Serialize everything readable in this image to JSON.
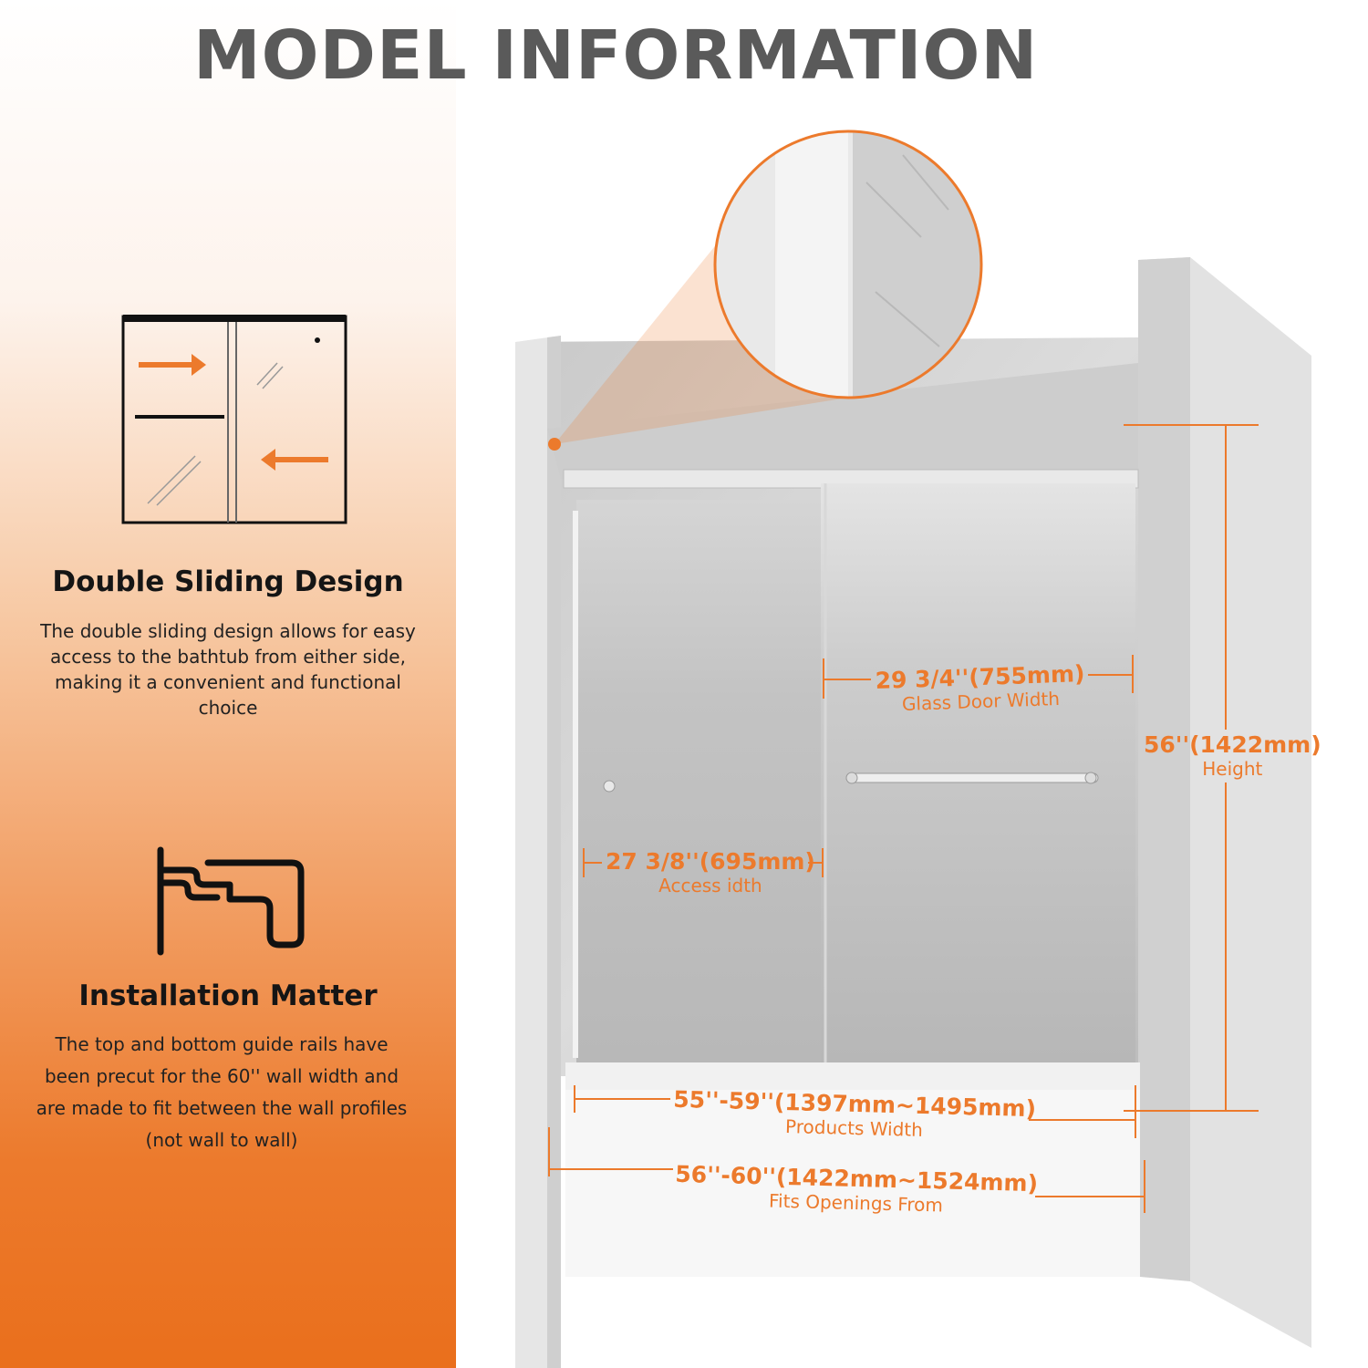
{
  "page": {
    "title": "MODEL INFORMATION"
  },
  "colors": {
    "accent": "#ec7a2c",
    "title_gray": "#5a5a5a",
    "dark_text": "#151515"
  },
  "features": [
    {
      "icon": "sliding-door-diagram-icon",
      "title": "Double Sliding Design",
      "desc_lines": [
        "The double sliding design allows for easy",
        "access to the bathtub from either side,",
        "making it a convenient and functional",
        "choice"
      ]
    },
    {
      "icon": "guide-rail-profile-icon",
      "title": "Installation Matter",
      "desc_lines": [
        "The top and bottom guide rails have",
        "been precut for the 60'' wall width and",
        "are made to fit between the wall profiles",
        "(not wall to wall)"
      ]
    }
  ],
  "dimensions": {
    "glass_door_width": {
      "value": "29 3/4''(755mm)",
      "label": "Glass Door Width"
    },
    "height": {
      "value": "56''(1422mm)",
      "label": "Height"
    },
    "access_width": {
      "value": "27 3/8''(695mm)",
      "label": "Access idth"
    },
    "products_width": {
      "value": "55''-59''(1397mm~1495mm)",
      "label": "Products Width"
    },
    "fits_openings": {
      "value": "56''-60''(1422mm~1524mm)",
      "label": "Fits Openings From"
    }
  }
}
